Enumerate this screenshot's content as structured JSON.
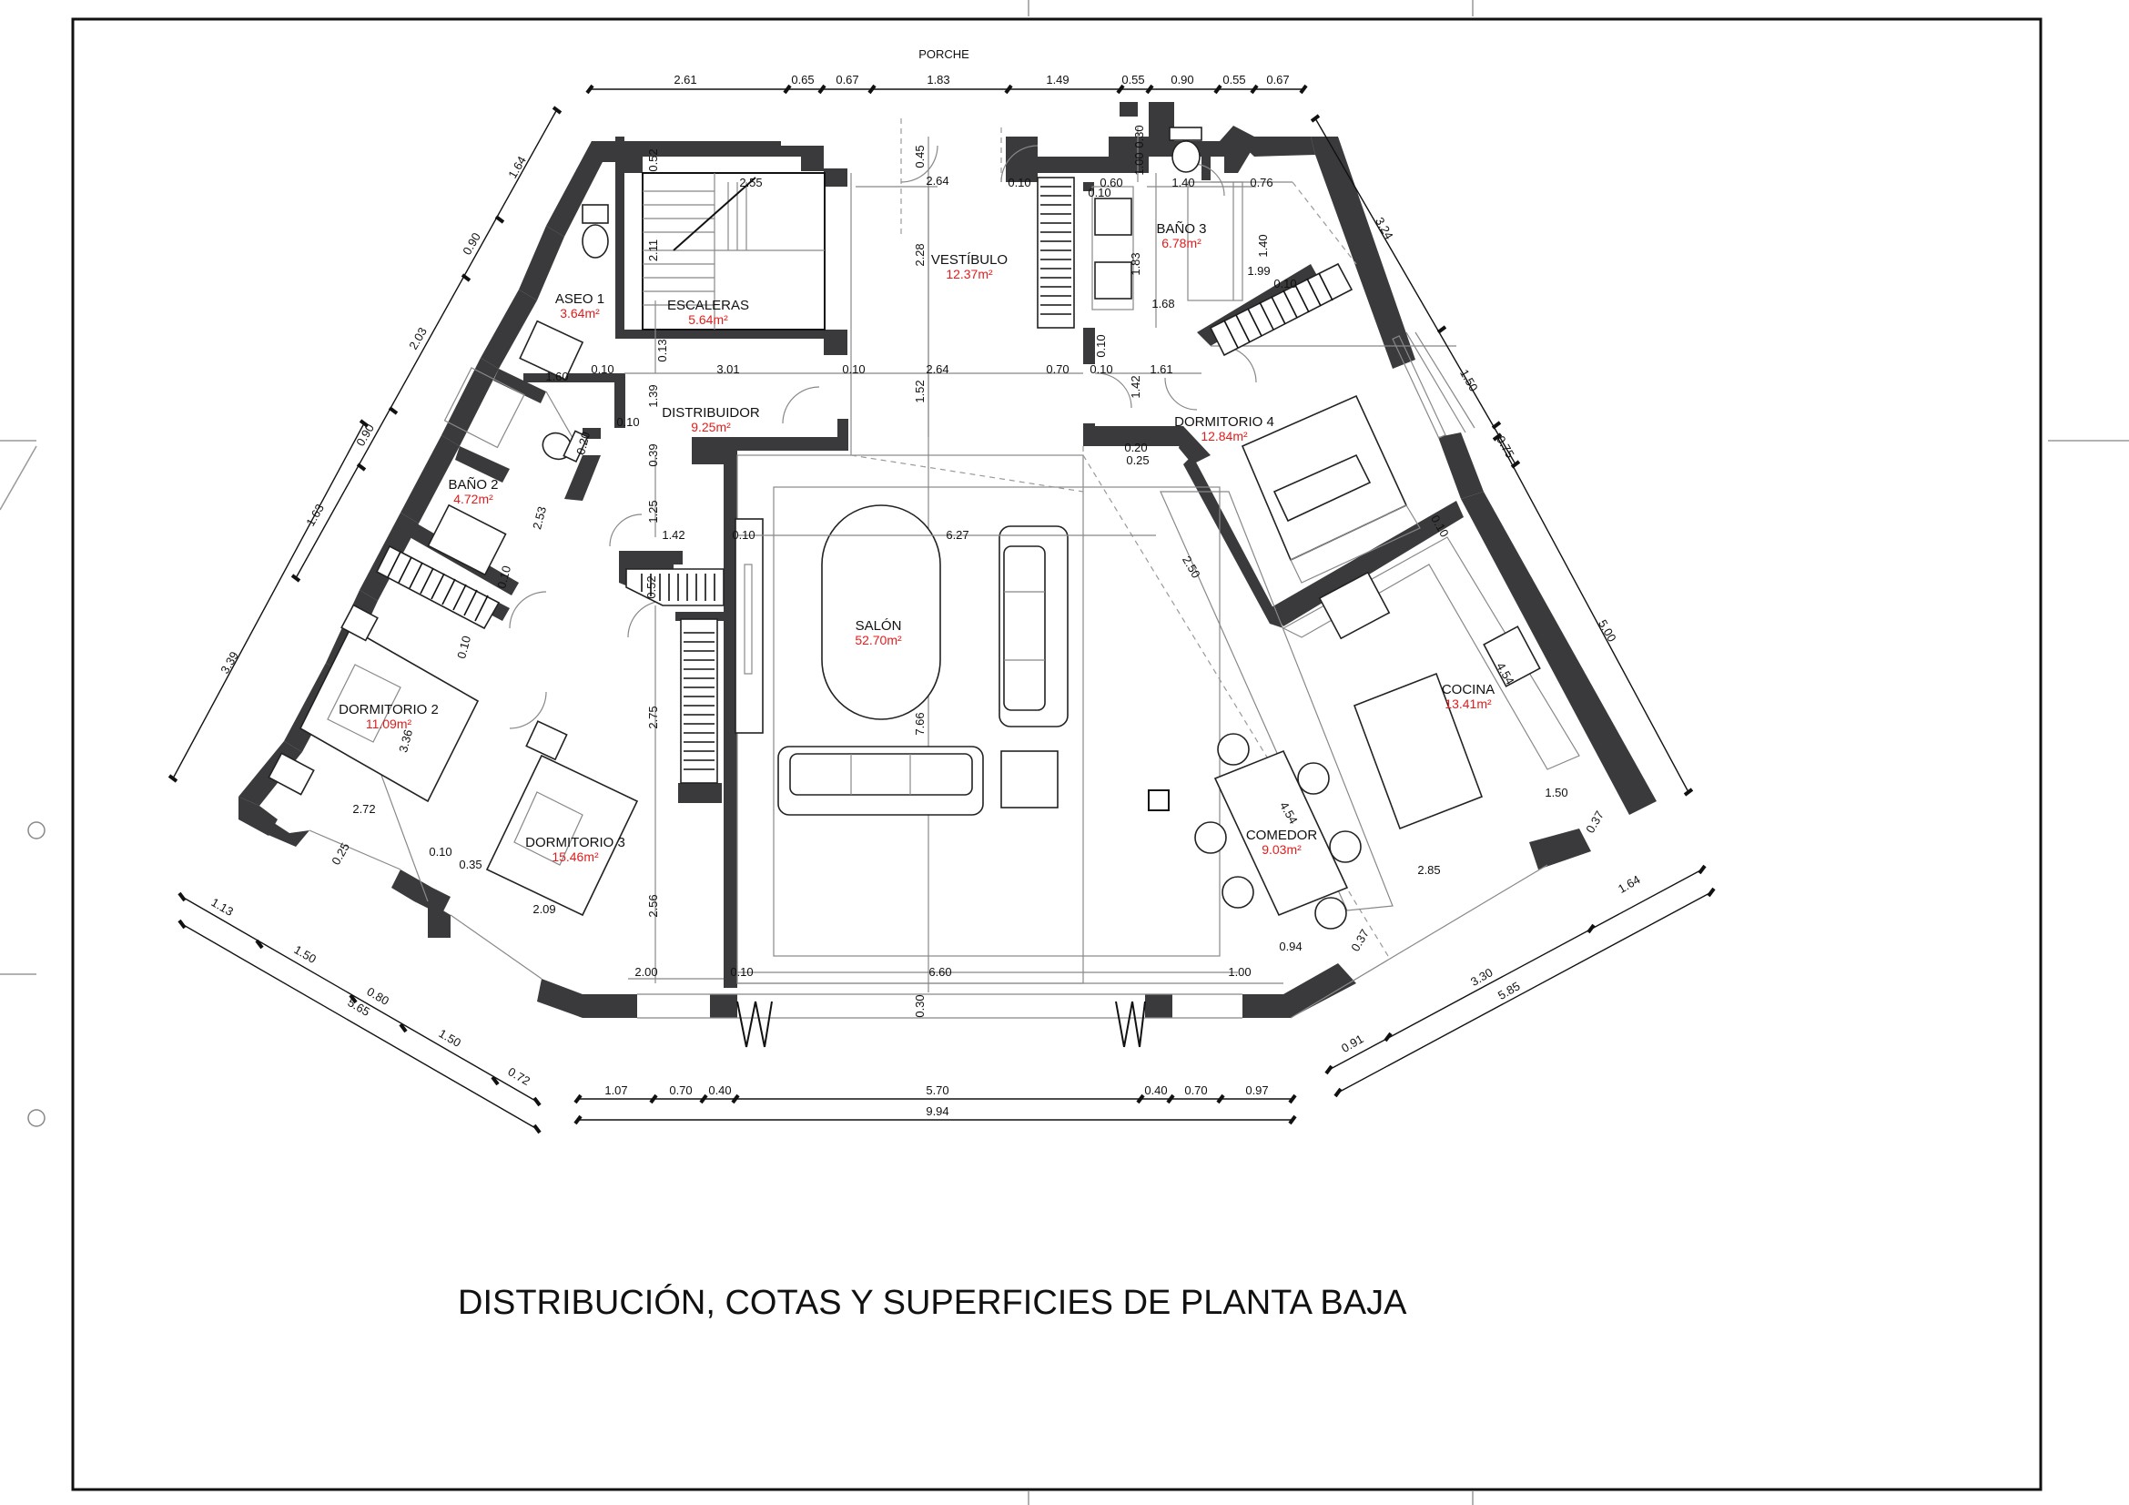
{
  "title": "DISTRIBUCIÓN, COTAS Y SUPERFICIES DE PLANTA BAJA",
  "porche_label": "PORCHE",
  "rooms": {
    "aseo1": {
      "name": "ASEO 1",
      "area": "3.64m²"
    },
    "escaleras": {
      "name": "ESCALERAS",
      "area": "5.64m²"
    },
    "vestibulo": {
      "name": "VESTÍBULO",
      "area": "12.37m²"
    },
    "bano3": {
      "name": "BAÑO 3",
      "area": "6.78m²"
    },
    "distribuidor": {
      "name": "DISTRIBUIDOR",
      "area": "9.25m²"
    },
    "dormitorio4": {
      "name": "DORMITORIO 4",
      "area": "12.84m²"
    },
    "bano2": {
      "name": "BAÑO 2",
      "area": "4.72m²"
    },
    "salon": {
      "name": "SALÓN",
      "area": "52.70m²"
    },
    "dormitorio2": {
      "name": "DORMITORIO 2",
      "area": "11.09m²"
    },
    "cocina": {
      "name": "COCINA",
      "area": "13.41m²"
    },
    "dormitorio3": {
      "name": "DORMITORIO 3",
      "area": "15.46m²"
    },
    "comedor": {
      "name": "COMEDOR",
      "area": "9.03m²"
    }
  },
  "dims": {
    "top": [
      "2.61",
      "0.65",
      "0.67",
      "1.83",
      "1.49",
      "0.55",
      "0.90",
      "0.55",
      "0.67"
    ],
    "bottom_row": [
      "1.07",
      "0.70",
      "0.40",
      "5.70",
      "0.40",
      "0.70",
      "0.97"
    ],
    "bottom_total": "9.94",
    "left_diag": [
      "1.64",
      "0.90",
      "2.03",
      "0.90",
      "1.63"
    ],
    "left_total": "3.39",
    "right_upper": [
      "3.24",
      "1.50",
      "0.75"
    ],
    "right_total": "5.00",
    "sw": [
      "1.13",
      "1.50",
      "0.80",
      "1.50",
      "0.72"
    ],
    "sw_total": "5.65",
    "se": [
      "1.64",
      "3.30",
      "0.91"
    ],
    "se_total": "5.85",
    "interior": {
      "d_052": "0.52",
      "d_255": "2.55",
      "d_264a": "2.64",
      "d_045": "0.45",
      "d_010a": "0.10",
      "d_060": "0.60",
      "d_100": "1.00",
      "d_030": "0.30",
      "d_140": "1.40",
      "d_076": "0.76",
      "d_010b": "0.10",
      "d_211": "2.11",
      "d_228": "2.28",
      "d_183": "1.83",
      "d_140b": "1.40",
      "d_199": "1.99",
      "d_168": "1.68",
      "d_010c": "0.10",
      "d_013": "0.13",
      "d_301": "3.01",
      "d_010d": "0.10",
      "d_264b": "2.64",
      "d_070": "0.70",
      "d_010e": "0.10",
      "d_161": "1.61",
      "d_010f": "0.10",
      "d_139": "1.39",
      "d_152": "1.52",
      "d_142": "1.42",
      "d_160": "1.60",
      "d_010g": "0.10",
      "d_020": "0.20",
      "d_039": "0.39",
      "d_025": "0.25",
      "d_253": "2.53",
      "d_125": "1.25",
      "d_142b": "1.42",
      "d_010h": "0.10",
      "d_627": "6.27",
      "d_250": "2.50",
      "d_010i": "0.10",
      "d_052b": "0.52",
      "d_010j": "0.10",
      "d_010k": "0.10",
      "d_336": "3.36",
      "d_275": "2.75",
      "d_766": "7.66",
      "d_454": "4.54",
      "d_454b": "4.54",
      "d_272": "2.72",
      "d_010l": "0.10",
      "d_035": "0.35",
      "d_150": "1.50",
      "d_209": "2.09",
      "d_256": "2.56",
      "d_285": "2.85",
      "d_037a": "0.37",
      "d_200": "2.00",
      "d_010m": "0.10",
      "d_660": "6.60",
      "d_100b": "1.00",
      "d_094": "0.94",
      "d_037b": "0.37",
      "d_030b": "0.30",
      "d_010n": "0.10",
      "d_025b": "0.25",
      "d_020b": "0.20"
    }
  }
}
